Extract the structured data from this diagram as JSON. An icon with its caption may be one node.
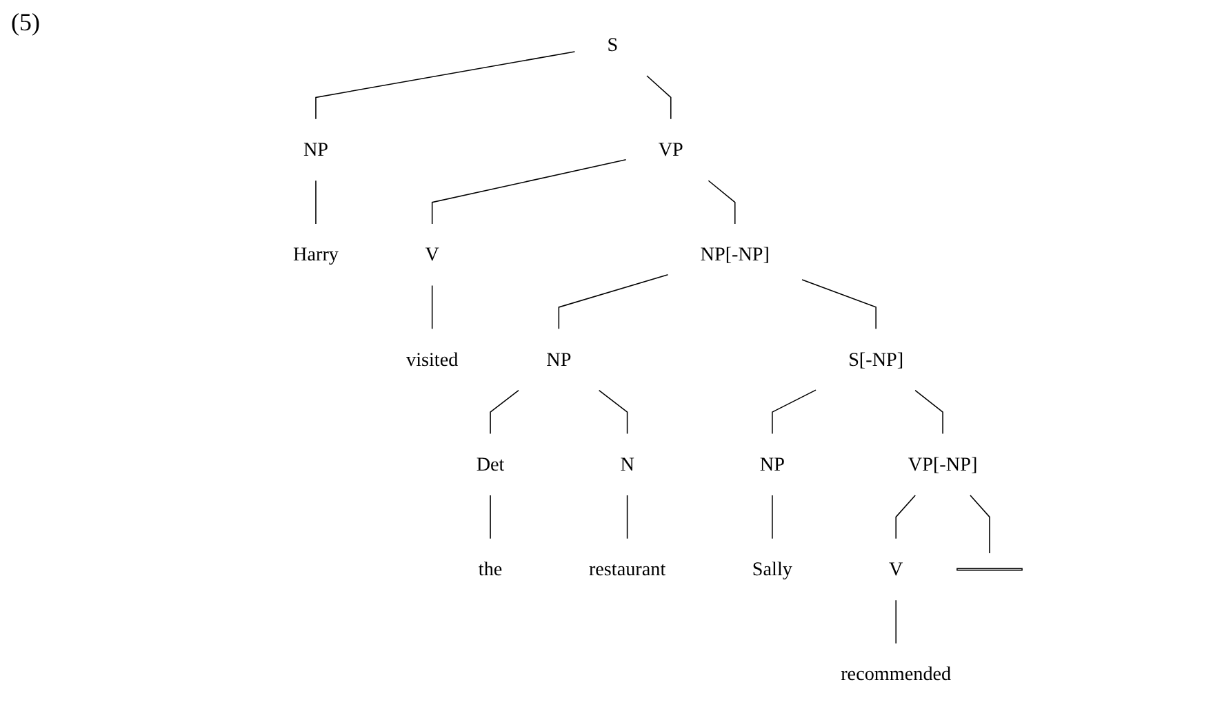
{
  "diagram": {
    "nodes": [
      {
        "text": [
          "S"
        ]
      },
      {
        "text": [
          "VP"
        ]
      },
      {
        "text": [
          "NP[-NP]"
        ]
      },
      {
        "text": [
          "NP"
        ]
      },
      {
        "text": [
          "S[-NP]"
        ]
      },
      {
        "text": [
          "VP[-NP]"
        ]
      },
      {
        "text": [
          "NP"
        ]
      },
      {
        "text": [
          "V"
        ]
      },
      {
        "text": [
          "Det"
        ]
      },
      {
        "text": [
          "N"
        ]
      },
      {
        "text": [
          "NP"
        ]
      },
      {
        "text": [
          "V"
        ]
      },
      {
        "text": [
          "Harry"
        ]
      },
      {
        "text": [
          "visited"
        ]
      },
      {
        "text": [
          "the"
        ]
      },
      {
        "text": [
          "restaurant"
        ]
      },
      {
        "text": [
          "Sally"
        ]
      },
      {
        "text": [
          "recommended"
        ]
      },
      {
        "text": [],
        "shape": "bar"
      }
    ],
    "edges": [
      {
        "from": 0,
        "to": 6,
        "arrow": "none"
      },
      {
        "from": 0,
        "to": 1,
        "arrow": "none"
      },
      {
        "from": 1,
        "to": 7,
        "arrow": "none"
      },
      {
        "from": 1,
        "to": 2,
        "arrow": "none"
      },
      {
        "from": 2,
        "to": 3,
        "arrow": "none"
      },
      {
        "from": 2,
        "to": 4,
        "arrow": "none"
      },
      {
        "from": 3,
        "to": 8,
        "arrow": "none"
      },
      {
        "from": 3,
        "to": 9,
        "arrow": "none"
      },
      {
        "from": 4,
        "to": 10,
        "arrow": "none"
      },
      {
        "from": 4,
        "to": 5,
        "arrow": "none"
      },
      {
        "from": 5,
        "to": 11,
        "arrow": "none"
      },
      {
        "from": 5,
        "to": 18,
        "arrow": "none"
      },
      {
        "from": 6,
        "to": 12,
        "arrow": "none"
      },
      {
        "from": 7,
        "to": 13,
        "arrow": "none"
      },
      {
        "from": 8,
        "to": 14,
        "arrow": "none"
      },
      {
        "from": 9,
        "to": 15,
        "arrow": "none"
      },
      {
        "from": 10,
        "to": 16,
        "arrow": "none"
      },
      {
        "from": 11,
        "to": 17,
        "arrow": "none"
      }
    ],
    "labels": [
      "(5)"
    ]
  }
}
